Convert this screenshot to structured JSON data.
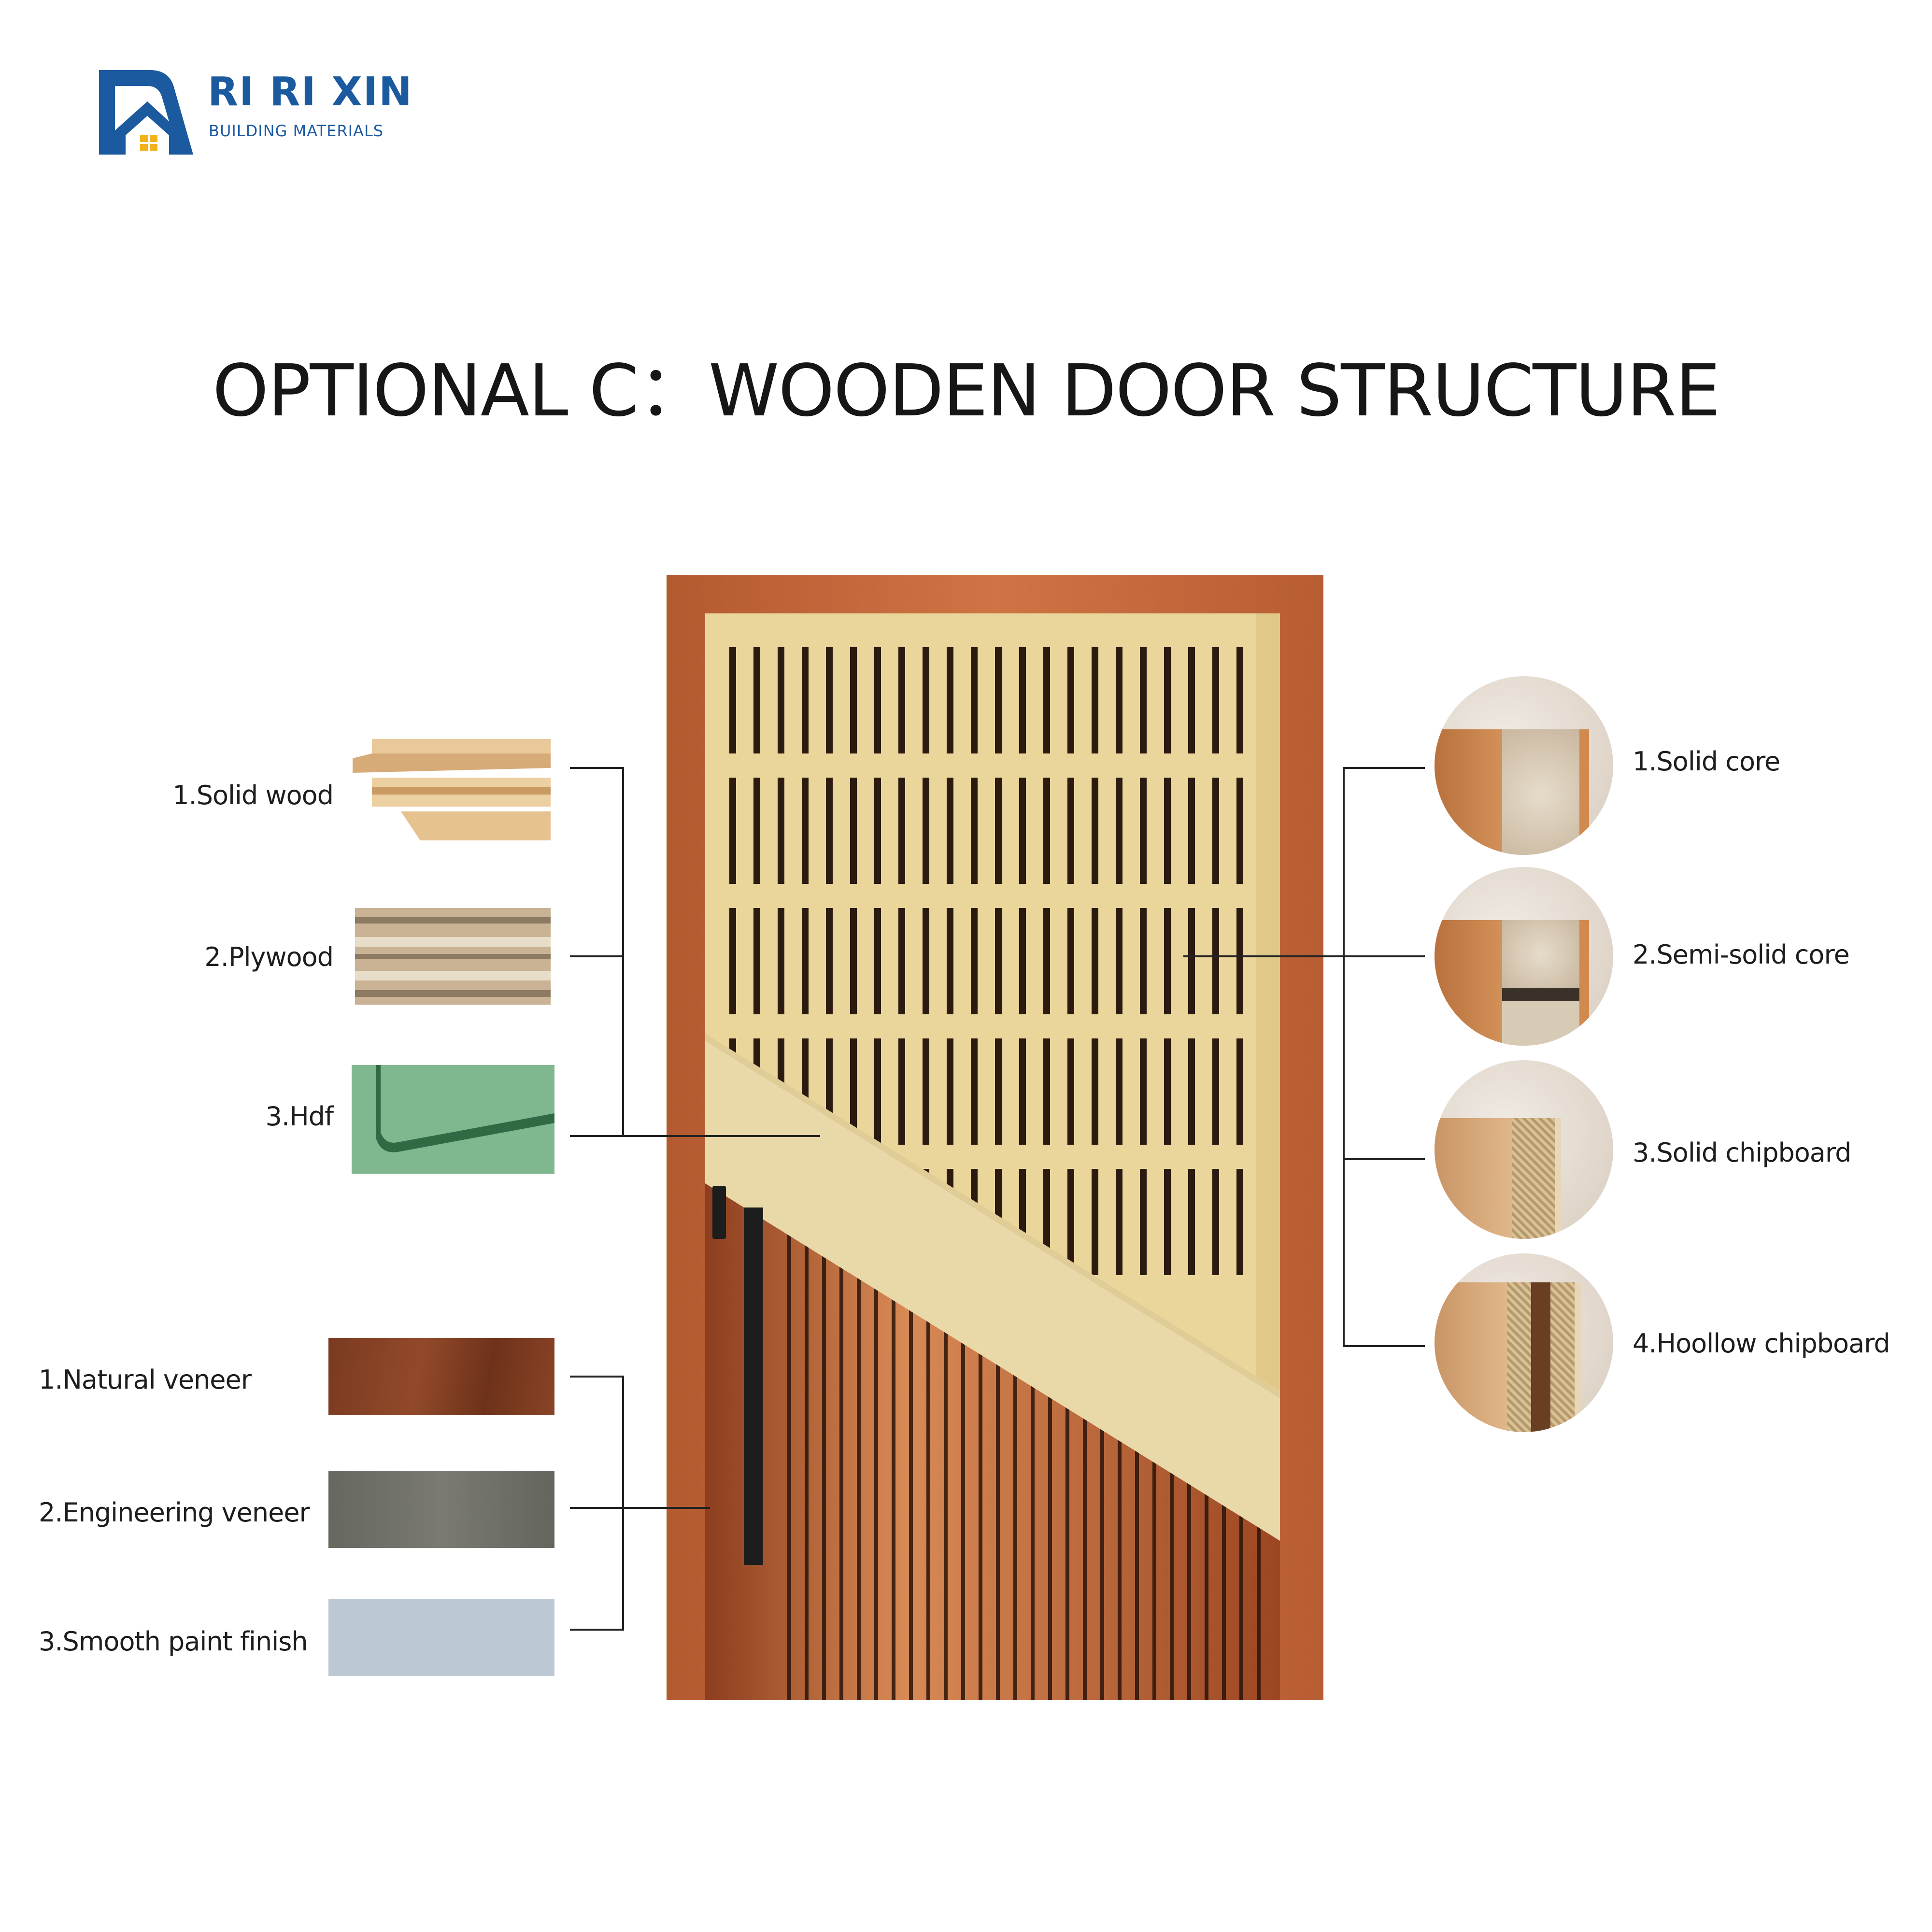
{
  "brand": {
    "name": "RI RI XIN",
    "subtitle": "BUILDING MATERIALS",
    "color": "#1c5aa0",
    "accent": "#f2b21b"
  },
  "title": "OPTIONAL  C：WOODEN DOOR STRUCTURE",
  "frame_materials": [
    {
      "label": "1.Solid wood"
    },
    {
      "label": "2.Plywood"
    },
    {
      "label": "3.Hdf"
    }
  ],
  "surface_finishes": [
    {
      "label": "1.Natural veneer",
      "color": "#7a3a20"
    },
    {
      "label": "2.Engineering veneer",
      "color": "#6b6b62"
    },
    {
      "label": "3.Smooth paint finish",
      "color": "#bcc8d4"
    }
  ],
  "core_types": [
    {
      "label": "1.Solid core"
    },
    {
      "label": "2.Semi-solid core"
    },
    {
      "label": "3.Solid chipboard"
    },
    {
      "label": "4.Hoollow chipboard"
    }
  ],
  "colors": {
    "door_frame": "#c8683a",
    "core_panel": "#ead59a",
    "hdf_board": "#7fb78f",
    "slat_face": "#b2552a"
  }
}
